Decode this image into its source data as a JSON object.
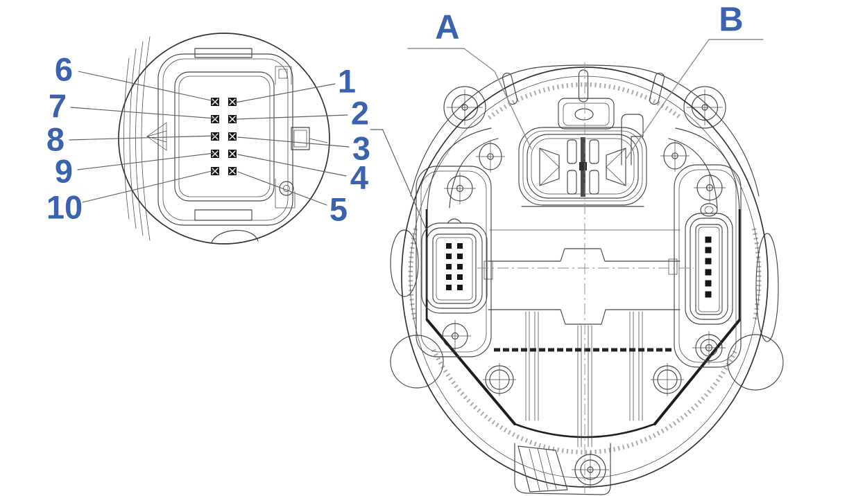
{
  "drawing": {
    "colors": {
      "label_text": "#3a62ae",
      "line": "#454545",
      "leader": "#5f5f5f",
      "callout_gray": "#8f8f8f"
    },
    "detail_view": {
      "left_labels": [
        "6",
        "7",
        "8",
        "9",
        "10"
      ],
      "right_labels": [
        "1",
        "2",
        "3",
        "4",
        "5"
      ]
    },
    "main_view": {
      "labels": [
        "A",
        "B"
      ]
    }
  }
}
